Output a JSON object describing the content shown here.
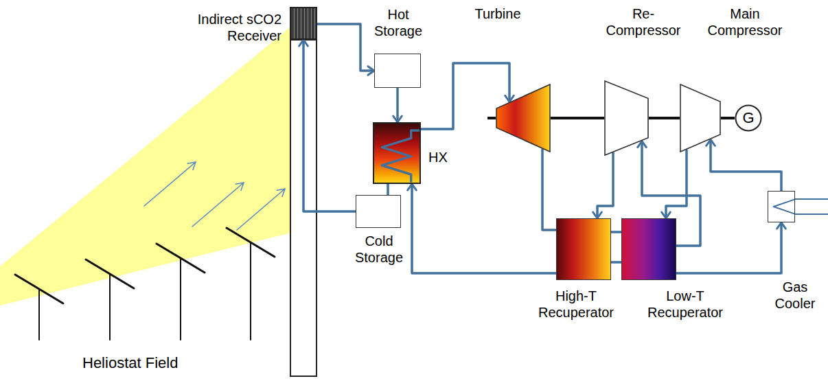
{
  "diagram": {
    "nodes": [
      {
        "text": [
          "Indirect sCO2 Receiver"
        ]
      },
      {
        "text": [
          "Hot Storage"
        ]
      },
      {
        "text": [
          "HX"
        ]
      },
      {
        "text": [
          "Cold Storage"
        ]
      },
      {
        "text": [
          "Turbine"
        ]
      },
      {
        "text": [
          "Re-Compressor"
        ]
      },
      {
        "text": [
          "Main Compressor"
        ]
      },
      {
        "text": [
          "G"
        ]
      },
      {
        "text": [
          "High-T Recuperator"
        ]
      },
      {
        "text": [
          "Low-T Recuperator"
        ]
      },
      {
        "text": [
          "Gas Cooler"
        ]
      }
    ],
    "edges": [
      {
        "from": 0,
        "to": 1,
        "arrow": "to"
      },
      {
        "from": 1,
        "to": 2,
        "arrow": "to"
      },
      {
        "from": 2,
        "to": 3,
        "arrow": "none"
      },
      {
        "from": 3,
        "to": 0,
        "arrow": "to"
      },
      {
        "from": 2,
        "to": 4,
        "arrow": "to"
      },
      {
        "from": 4,
        "to": 8,
        "arrow": "none"
      },
      {
        "from": 4,
        "to": 5,
        "arrow": "none"
      },
      {
        "from": 5,
        "to": 6,
        "arrow": "none"
      },
      {
        "from": 6,
        "to": 7,
        "arrow": "none"
      },
      {
        "from": 8,
        "to": 9,
        "arrow": "none"
      },
      {
        "from": 9,
        "to": 8,
        "arrow": "none"
      },
      {
        "from": 9,
        "to": 10,
        "arrow": "to"
      },
      {
        "from": 9,
        "to": 5,
        "arrow": "to"
      },
      {
        "from": 10,
        "to": 6,
        "arrow": "to"
      },
      {
        "from": 6,
        "to": 9,
        "arrow": "to"
      },
      {
        "from": 5,
        "to": 8,
        "arrow": "to"
      },
      {
        "from": 8,
        "to": 2,
        "arrow": "to"
      }
    ],
    "labels": [
      "Heliostat Field"
    ]
  }
}
